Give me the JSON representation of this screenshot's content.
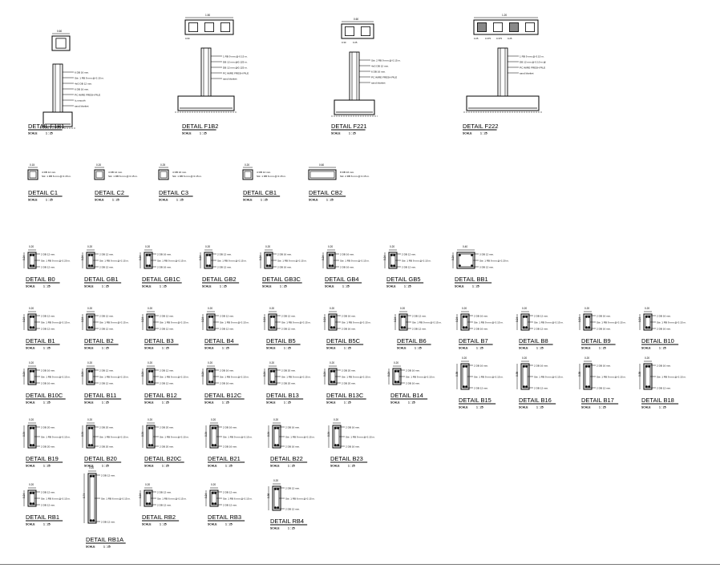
{
  "scale_label": "SCALE",
  "scale_value": "1 : 25",
  "footings": [
    {
      "name": "DETAIL  F1B1",
      "cols": 1,
      "dims": [
        "0.60"
      ],
      "notes": [
        "6 DB 16 mm.",
        "Stir. 1 RB 9 mm.@ 0.15 m.",
        "4xG DB 12 mm.",
        "6 DB 16 mm.",
        "PC WIRE FRESH PILE",
        "Ic.smooth",
        "sand blanket"
      ]
    },
    {
      "name": "DETAIL  F1B2",
      "cols": 3,
      "dims": [
        "1.50",
        "0.60"
      ],
      "notes": [
        "1 RB 9 mm.@ 0.15 m.",
        "DB 12 mm.@0.125 m.",
        "DB 12 mm.@0.125 m.",
        "PC WIRE FRESH PILE",
        "sand blanket"
      ]
    },
    {
      "name": "DETAIL  F221",
      "cols": 2,
      "dims": [
        "0.60",
        "0.30",
        "0.25"
      ],
      "notes": [
        "Stir. 2 RB 9 mm.@ 0.15 m.",
        "4xG DB 12 mm.",
        "6 DB 16 mm.",
        "PC WIRE FRESH PILE",
        "sand blanket"
      ]
    },
    {
      "name": "DETAIL  F222",
      "cols": 4,
      "dims": [
        "1.20",
        "0.25",
        "0.375",
        "0.375",
        "0.25"
      ],
      "notes": [
        "1 RB 9 mm.@ 0.15 m.",
        "DB 12 mm.@ 0.10 m.@",
        "PC WIRE FRESH PILE",
        "sand blanket"
      ]
    }
  ],
  "columns": [
    {
      "name": "DETAIL    C1",
      "dim": "0.15",
      "notes": [
        "4 DB 12 mm.",
        "Stir. 1 RB 6 mm.@ 0.15 m."
      ]
    },
    {
      "name": "DETAIL    C2",
      "dim": "0.20",
      "notes": [
        "4 DB 12 mm.",
        "Stir. 1 RB 6 mm.@ 0.15 m."
      ]
    },
    {
      "name": "DETAIL    C3",
      "dim": "0.25",
      "notes": [
        "4 DB 16 mm.",
        "Stir. 1 RB 6 mm.@ 0.15 m."
      ]
    },
    {
      "name": "DETAIL    CB1",
      "dim": "0.20",
      "notes": [
        "4 DB 12 mm.",
        "Stir. 1 RB 6 mm.@ 0.15 m."
      ]
    },
    {
      "name": "DETAIL    CB2",
      "dim": "0.60",
      "notes": [
        "8 DB 16 mm.",
        "Stir. 2 RB 6 mm.@ 0.15 m."
      ]
    }
  ],
  "beam_rows": [
    [
      {
        "name": "DETAIL    B0",
        "notes": [
          "2 DB 12 mm.",
          "Stir. 1 RB 9 mm.@ 0.20 m.",
          "2 DB 12 mm."
        ]
      },
      {
        "name": "DETAIL    GB1",
        "notes": [
          "2 DB 12 mm.",
          "Stir. 1 RB 9 mm.@ 0.15 m.",
          "2 DB 12 mm."
        ]
      },
      {
        "name": "DETAIL    GB1C",
        "notes": [
          "2 DB 16 mm.",
          "Stir. 1 RB 9 mm.@ 0.15 m.",
          "2 DB 16 mm."
        ]
      },
      {
        "name": "DETAIL    GB2",
        "notes": [
          "2 DB 12 mm.",
          "Stir. 1 RB 9 mm.@ 0.15 m.",
          "2 DB 12 mm."
        ]
      },
      {
        "name": "DETAIL    GB3C",
        "notes": [
          "2 DB 16 mm.",
          "Stir. 1 RB 9 mm.@ 0.15 m.",
          "2 DB 16 mm."
        ]
      },
      {
        "name": "DETAIL    GB4",
        "notes": [
          "2 DB 16 mm.",
          "Stir. 1 RB 9 mm.@ 0.15 m.",
          "2 DB 16 mm."
        ]
      },
      {
        "name": "DETAIL    GB5",
        "notes": [
          "2 DB 12 mm.",
          "Stir. 1 RB 9 mm.@ 0.15 m.",
          "2 DB 12 mm."
        ]
      },
      {
        "name": "DETAIL    BB1",
        "notes": [
          "3 DB 12 mm.",
          "Stir. 1 RB 9 mm.@ 0.20 m.",
          "3 DB 12 mm."
        ]
      }
    ],
    [
      {
        "name": "DETAIL    B1",
        "notes": [
          "2 DB 12 mm.",
          "Stir. 1 RB 9 mm.@ 0.15 m.",
          "2 DB 12 mm."
        ]
      },
      {
        "name": "DETAIL    B2",
        "notes": [
          "2 DB 12 mm.",
          "Stir. 1 RB 9 mm.@ 0.15 m.",
          "2 DB 12 mm."
        ]
      },
      {
        "name": "DETAIL    B3",
        "notes": [
          "2 DB 12 mm.",
          "Stir. 1 RB 9 mm.@ 0.15 m.",
          "2 DB 12 mm."
        ]
      },
      {
        "name": "DETAIL    B4",
        "notes": [
          "2 DB 12 mm.",
          "Stir. 1 RB 9 mm.@ 0.15 m.",
          "2 DB 12 mm."
        ]
      },
      {
        "name": "DETAIL    B5",
        "notes": [
          "2 DB 12 mm.",
          "Stir. 1 RB 9 mm.@ 0.15 m.",
          "2 DB 12 mm."
        ]
      },
      {
        "name": "DETAIL    B5C",
        "notes": [
          "2 DB 16 mm.",
          "Stir. 1 RB 9 mm.@ 0.15 m.",
          "2 DB 16 mm."
        ]
      },
      {
        "name": "DETAIL    B6",
        "notes": [
          "2 DB 12 mm.",
          "Stir. 1 RB 9 mm.@ 0.15 m.",
          "2 DB 12 mm."
        ]
      },
      {
        "name": "DETAIL    B7",
        "notes": [
          "2 DB 16 mm.",
          "Stir. 1 RB 9 mm.@ 0.15 m.",
          "2 DB 16 mm."
        ]
      },
      {
        "name": "DETAIL    B8",
        "notes": [
          "2 DB 12 mm.",
          "Stir. 1 RB 9 mm.@ 0.15 m.",
          "2 DB 12 mm."
        ]
      },
      {
        "name": "DETAIL    B9",
        "notes": [
          "2 DB 16 mm.",
          "Stir. 1 RB 9 mm.@ 0.15 m.",
          "2 DB 16 mm."
        ]
      },
      {
        "name": "DETAIL    B10",
        "notes": [
          "2 DB 16 mm.",
          "Stir. 1 RB 9 mm.@ 0.15 m.",
          "2 DB 16 mm."
        ]
      }
    ],
    [
      {
        "name": "DETAIL    B10C",
        "notes": [
          "2 DB 16 mm.",
          "Stir. 1 RB 9 mm.@ 0.15 m.",
          "2 DB 16 mm."
        ]
      },
      {
        "name": "DETAIL    B11",
        "notes": [
          "2 DB 12 mm.",
          "Stir. 1 RB 9 mm.@ 0.15 m.",
          "2 DB 12 mm."
        ]
      },
      {
        "name": "DETAIL    B12",
        "notes": [
          "2 DB 12 mm.",
          "Stir. 1 RB 9 mm.@ 0.15 m.",
          "2 DB 12 mm."
        ]
      },
      {
        "name": "DETAIL    B12C",
        "notes": [
          "2 DB 16 mm.",
          "Stir. 1 RB 9 mm.@ 0.15 m.",
          "2 DB 16 mm."
        ]
      },
      {
        "name": "DETAIL    B13",
        "notes": [
          "2 DB 20 mm.",
          "Stir. 1 RB 9 mm.@ 0.15 m.",
          "2 DB 20 mm."
        ]
      },
      {
        "name": "DETAIL    B13C",
        "notes": [
          "2 DB 20 mm.",
          "Stir. 1 RB 9 mm.@ 0.15 m.",
          "2 DB 20 mm."
        ]
      },
      {
        "name": "DETAIL    B14",
        "notes": [
          "2 DB 16 mm.",
          "Stir. 1 RB 9 mm.@ 0.15 m.",
          "2 DB 16 mm."
        ]
      },
      {
        "name": "DETAIL    B15",
        "notes": [
          "2 DB 16 mm.",
          "Stir. 1 RB 9 mm.@ 0.15 m.",
          "2 DB 12 mm."
        ]
      },
      {
        "name": "DETAIL    B16",
        "notes": [
          "2 DB 16 mm.",
          "Stir. 1 RB 9 mm.@ 0.15 m.",
          "2 DB 12 mm."
        ]
      },
      {
        "name": "DETAIL    B17",
        "notes": [
          "2 DB 16 mm.",
          "Stir. 1 RB 9 mm.@ 0.15 m.",
          "2 DB 12 mm."
        ]
      },
      {
        "name": "DETAIL    B18",
        "notes": [
          "2 DB 16 mm.",
          "Stir. 1 RB 9 mm.@ 0.15 m.",
          "2 DB 12 mm."
        ]
      }
    ],
    [
      {
        "name": "DETAIL    B19",
        "notes": [
          "2 DB 20 mm.",
          "Stir. 1 RB 9 mm.@ 0.15 m.",
          "2 DB 20 mm."
        ]
      },
      {
        "name": "DETAIL    B20",
        "notes": [
          "2 DB 20 mm.",
          "Stir. 1 RB 9 mm.@ 0.15 m.",
          "2 DB 20 mm."
        ]
      },
      {
        "name": "DETAIL    B20C",
        "notes": [
          "2 DB 20 mm.",
          "Stir. 1 RB 9 mm.@ 0.15 m.",
          "2 DB 20 mm."
        ]
      },
      {
        "name": "DETAIL    B21",
        "notes": [
          "2 DB 16 mm.",
          "Stir. 1 RB 9 mm.@ 0.15 m.",
          "2 DB 16 mm."
        ]
      },
      {
        "name": "DETAIL    B22",
        "notes": [
          "2 DB 16 mm.",
          "Stir. 1 RB 9 mm.@ 0.15 m.",
          "2 DB 16 mm."
        ]
      },
      {
        "name": "DETAIL    B23",
        "notes": [
          "2 DB 16 mm.",
          "Stir. 1 RB 9 mm.@ 0.15 m.",
          "2 DB 16 mm."
        ]
      }
    ],
    [
      {
        "name": "DETAIL    RB1",
        "notes": [
          "2 DB 12 mm.",
          "Stir. 1 RB 6 mm.@ 0.15 m.",
          "2 DB 12 mm."
        ]
      },
      {
        "name": "DETAIL    RB1A",
        "notes": [
          "2 DB 12 mm.",
          "Stir. 1 RB 6 mm.@ 0.15 m.",
          "2 DB 12 mm."
        ]
      },
      {
        "name": "DETAIL    RB2",
        "notes": [
          "2 DB 12 mm.",
          "Stir. 1 RB 6 mm.@ 0.15 m.",
          "2 DB 12 mm."
        ]
      },
      {
        "name": "DETAIL    RB3",
        "notes": [
          "2 DB 12 mm.",
          "Stir. 1 RB 6 mm.@ 0.15 m.",
          "2 DB 12 mm."
        ]
      },
      {
        "name": "DETAIL    RB4",
        "notes": [
          "2 DB 12 mm.",
          "Stir. 1 RB 6 mm.@ 0.15 m.",
          "2 DB 12 mm."
        ]
      }
    ]
  ]
}
